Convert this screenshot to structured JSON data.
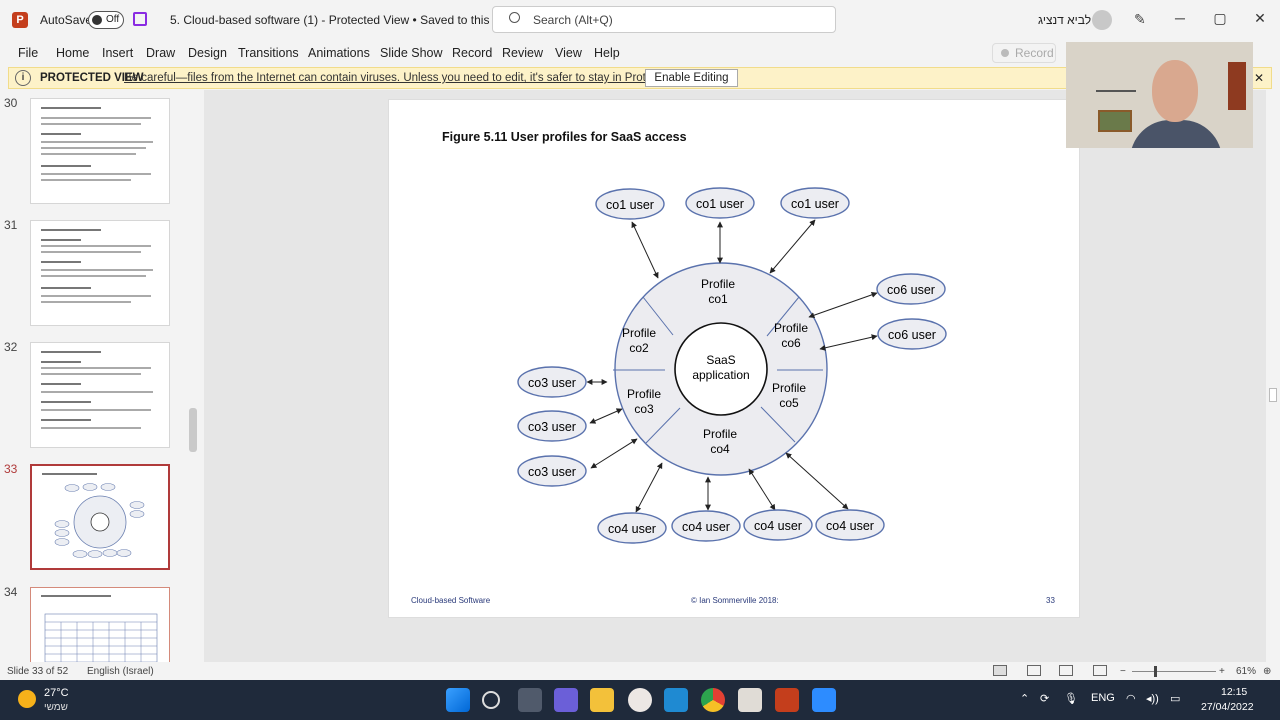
{
  "titlebar": {
    "logo": "P",
    "autosave_label": "AutoSave",
    "autosave_state": "Off",
    "document_title": "5. Cloud-based software (1)  -  Protected View • Saved to this PC",
    "search_placeholder": "Search (Alt+Q)",
    "user_name": "לביא דנציג",
    "minimize": "─",
    "maximize": "▢",
    "close": "✕"
  },
  "menu": {
    "items": [
      "File",
      "Home",
      "Insert",
      "Draw",
      "Design",
      "Transitions",
      "Animations",
      "Slide Show",
      "Record",
      "Review",
      "View",
      "Help"
    ],
    "record_button": "Record"
  },
  "protected_view": {
    "label": "PROTECTED VIEW",
    "message": "Be careful—files from the Internet can contain viruses. Unless you need to edit, it's safer to stay in Protected View.",
    "button": "Enable Editing",
    "close": "✕"
  },
  "thumbnails": {
    "items": [
      {
        "number": "30",
        "selected": false
      },
      {
        "number": "31",
        "selected": false
      },
      {
        "number": "32",
        "selected": false
      },
      {
        "number": "33",
        "selected": true
      },
      {
        "number": "34",
        "selected": false
      }
    ]
  },
  "slide": {
    "title": "Figure 5.11 User profiles for SaaS access",
    "footer_left": "Cloud-based Software",
    "footer_center": "© Ian Sommerville 2018:",
    "footer_right": "33",
    "center": [
      "SaaS",
      "application"
    ],
    "sectors": [
      {
        "line1": "Profile",
        "line2": "co1"
      },
      {
        "line1": "Profile",
        "line2": "co6"
      },
      {
        "line1": "Profile",
        "line2": "co5"
      },
      {
        "line1": "Profile",
        "line2": "co4"
      },
      {
        "line1": "Profile",
        "line2": "co3"
      },
      {
        "line1": "Profile",
        "line2": "co2"
      }
    ],
    "users": [
      "co1 user",
      "co1 user",
      "co1 user",
      "co6 user",
      "co6 user",
      "co3 user",
      "co3 user",
      "co3 user",
      "co4 user",
      "co4 user",
      "co4 user",
      "co4 user"
    ]
  },
  "statusbar": {
    "slide_position": "Slide 33 of 52",
    "language": "English (Israel)",
    "zoom": "61%"
  },
  "taskbar": {
    "temperature": "27°C",
    "condition": "שמשי",
    "language": "ENG",
    "time": "12:15",
    "date": "27/04/2022"
  }
}
